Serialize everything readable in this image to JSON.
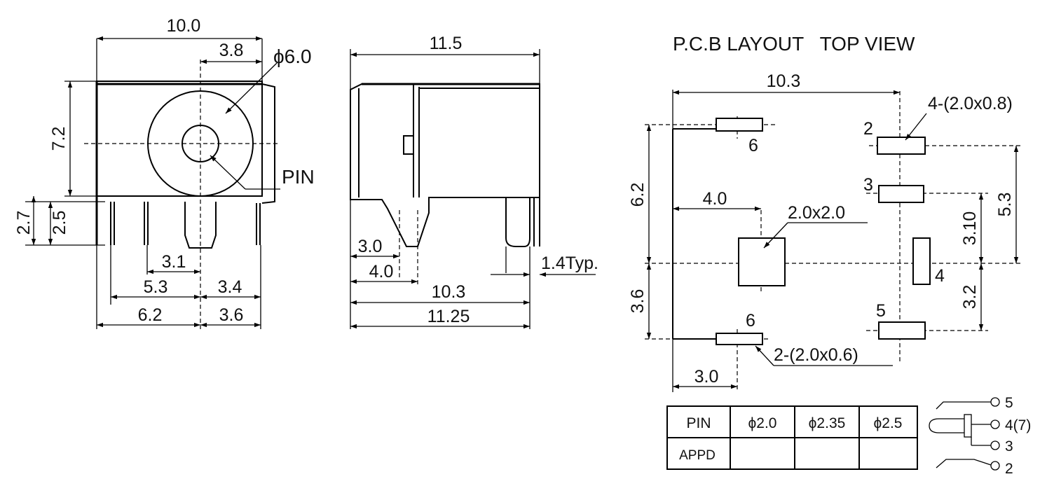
{
  "front_view": {
    "dim_width": "10.0",
    "dim_center_offset": "3.8",
    "dim_diameter": "ϕ6.0",
    "dim_height": "7.2",
    "dim_pin_len_a": "2.7",
    "dim_pin_len_b": "2.5",
    "label_pin": "PIN",
    "dim_3_1": "3.1",
    "dim_5_3": "5.3",
    "dim_3_4": "3.4",
    "dim_6_2": "6.2",
    "dim_3_6": "3.6"
  },
  "side_view": {
    "dim_length": "11.5",
    "dim_3_0": "3.0",
    "dim_4_0": "4.0",
    "dim_10_3": "10.3",
    "dim_11_25": "11.25",
    "dim_pin_width": "1.4Typ."
  },
  "pcb_layout": {
    "title": "P.C.B LAYOUT   TOP VIEW",
    "dim_10_3": "10.3",
    "label_pads_2": "4-(2.0x0.8)",
    "dim_6_2": "6.2",
    "dim_3_6": "3.6",
    "dim_4_0": "4.0",
    "label_square_pad": "2.0x2.0",
    "dim_5_3": "5.3",
    "dim_3_10": "3.10",
    "dim_3_2": "3.2",
    "dim_3_0": "3.0",
    "label_pads_6": "2-(2.0x0.6)",
    "pin_2": "2",
    "pin_3": "3",
    "pin_4": "4",
    "pin_5": "5",
    "pin_6_top": "6",
    "pin_6_bottom": "6"
  },
  "pin_table": {
    "headers": [
      "PIN",
      "ϕ2.0",
      "ϕ2.35",
      "ϕ2.5"
    ],
    "row_label": "APPD",
    "row_values": [
      "",
      "",
      ""
    ]
  },
  "schematic": {
    "pin_5": "5",
    "pin_4": "4(7)",
    "pin_3": "3",
    "pin_2": "2"
  }
}
